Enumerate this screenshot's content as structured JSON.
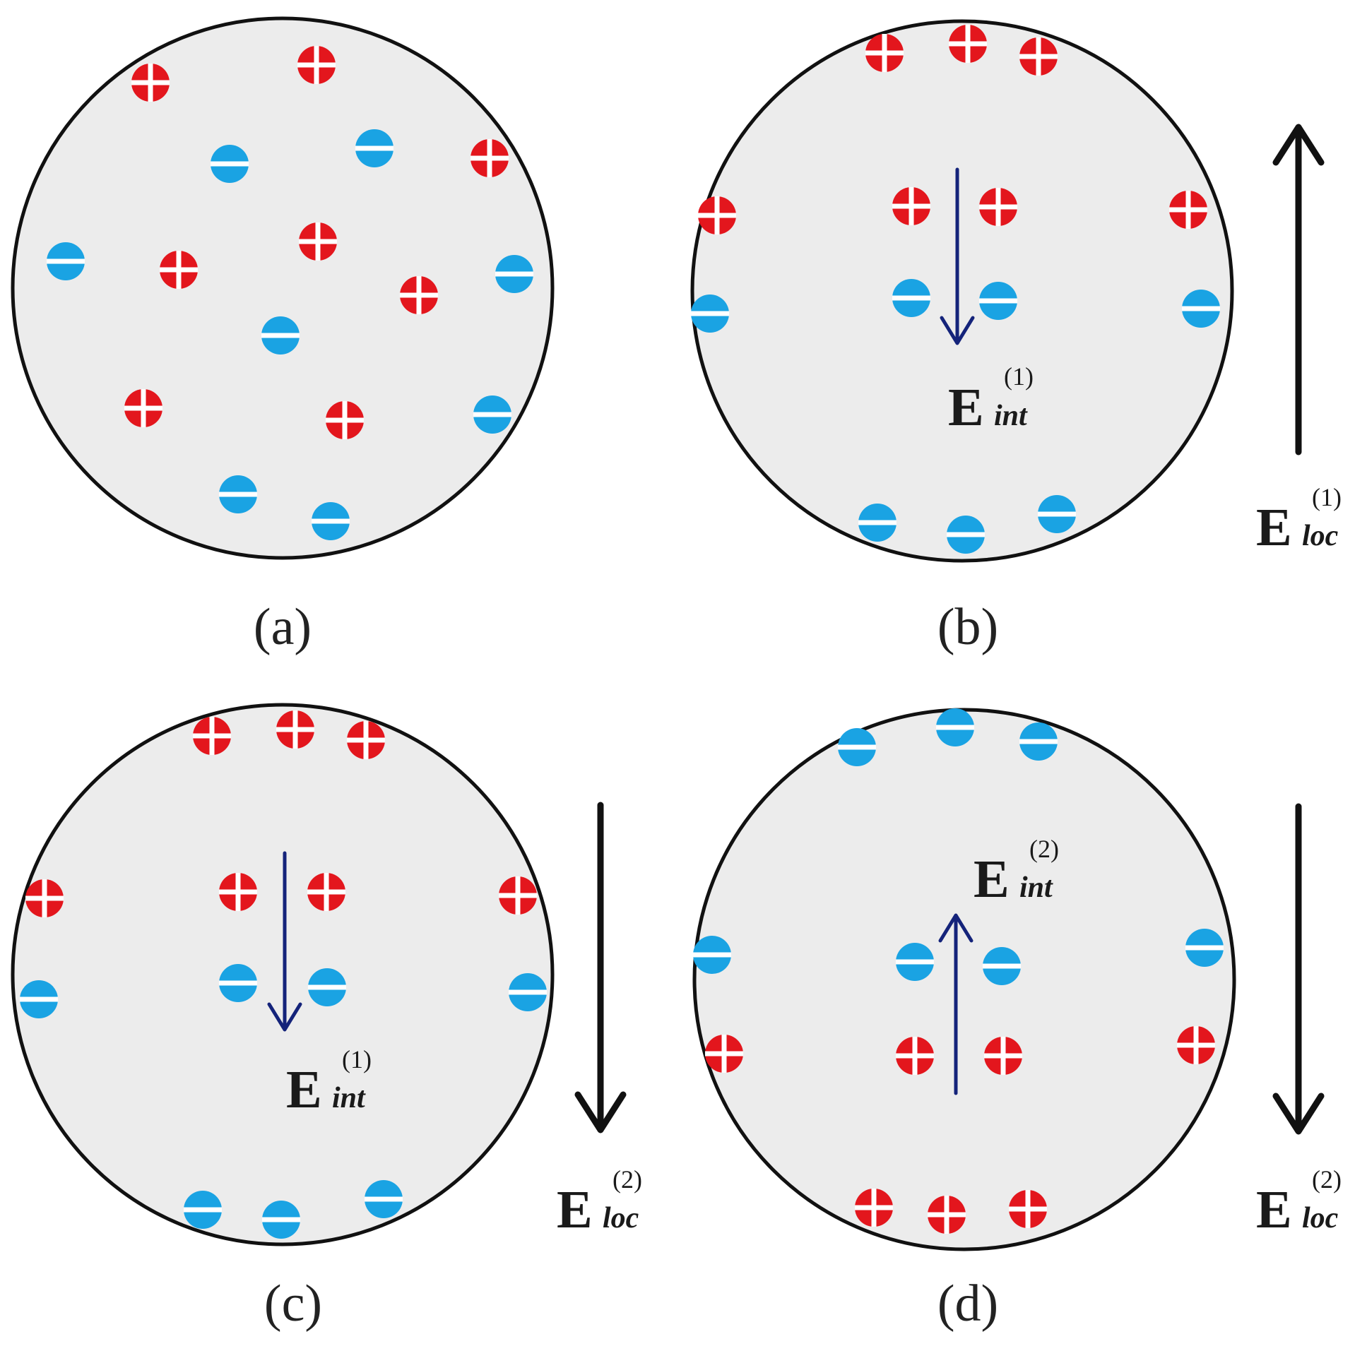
{
  "colors": {
    "background": "#ffffff",
    "disc_fill": "#ececec",
    "disc_stroke": "#111111",
    "positive_charge": "#e3161d",
    "negative_charge": "#1aa3e3",
    "internal_field_arrow": "#14237a",
    "local_field_arrow": "#111111"
  },
  "charge_symbols": {
    "positive": "plus-circle-icon",
    "negative": "minus-circle-icon"
  },
  "panels": [
    {
      "label": "(a)",
      "internal_field": null,
      "local_field": null
    },
    {
      "label": "(b)",
      "internal_field": {
        "symbol": "E",
        "subscript": "int",
        "superscript": "(1)",
        "direction": "down"
      },
      "local_field": {
        "symbol": "E",
        "subscript": "loc",
        "superscript": "(1)",
        "direction": "up"
      }
    },
    {
      "label": "(c)",
      "internal_field": {
        "symbol": "E",
        "subscript": "int",
        "superscript": "(1)",
        "direction": "down"
      },
      "local_field": {
        "symbol": "E",
        "subscript": "loc",
        "superscript": "(2)",
        "direction": "down"
      }
    },
    {
      "label": "(d)",
      "internal_field": {
        "symbol": "E",
        "subscript": "int",
        "superscript": "(2)",
        "direction": "up"
      },
      "local_field": {
        "symbol": "E",
        "subscript": "loc",
        "superscript": "(2)",
        "direction": "down"
      }
    }
  ]
}
